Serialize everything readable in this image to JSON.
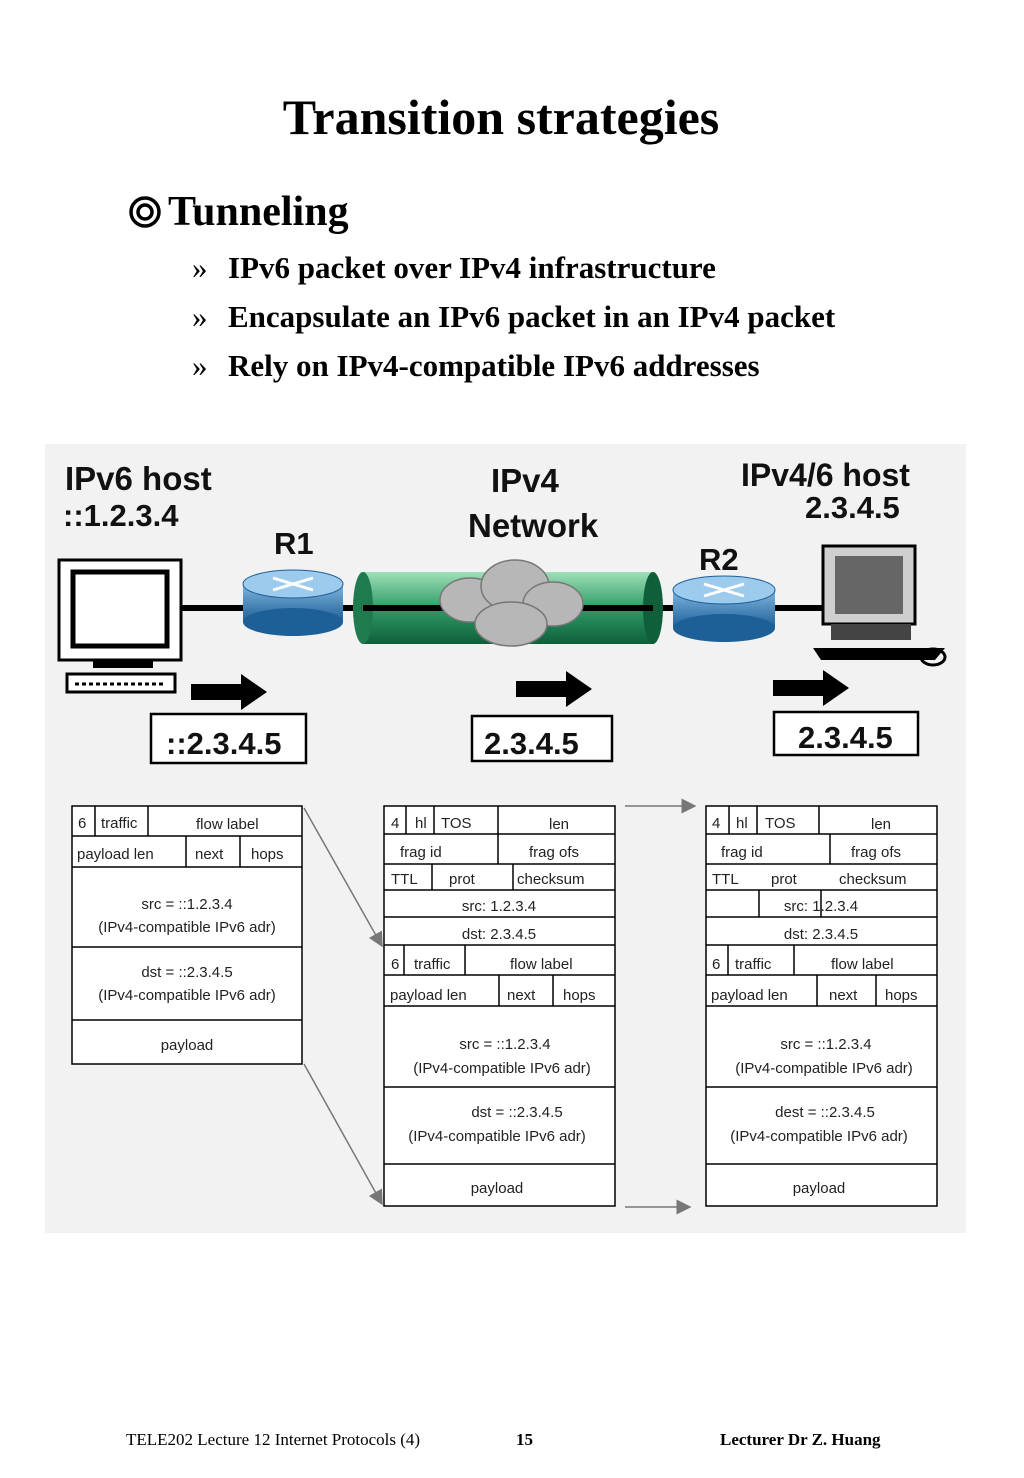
{
  "title": "Transition strategies",
  "bullet": {
    "icon": "target-icon",
    "label": "Tunneling",
    "subitems": [
      {
        "mark": "»",
        "text": "IPv6 packet over IPv4 infrastructure"
      },
      {
        "mark": "»",
        "text": "Encapsulate an IPv6 packet in an IPv4 packet"
      },
      {
        "mark": "»",
        "text": "Rely on IPv4-compatible IPv6 addresses"
      }
    ]
  },
  "diagram": {
    "ipv6_host": {
      "label": "IPv6 host",
      "addr": "::1.2.3.4"
    },
    "network": {
      "line1": "IPv4",
      "line2": "Network"
    },
    "dual_host": {
      "label": "IPv4/6 host",
      "addr": "2.3.4.5"
    },
    "router1": "R1",
    "router2": "R2",
    "dest_boxes": [
      "::2.3.4.5",
      "2.3.4.5",
      "2.3.4.5"
    ],
    "ipv6_packet": {
      "version": "6",
      "traffic": "traffic",
      "flow": "flow label",
      "payload_len": "payload len",
      "next": "next",
      "hops": "hops",
      "src_line1": "src = ::1.2.3.4",
      "src_line2": "(IPv4-compatible IPv6 adr)",
      "dst_line1": "dst = ::2.3.4.5",
      "dst_line2": "(IPv4-compatible IPv6 adr)",
      "payload": "payload"
    },
    "ipv4_header": {
      "version": "4",
      "hl": "hl",
      "tos": "TOS",
      "len": "len",
      "frag_id": "frag  id",
      "frag_ofs": "frag ofs",
      "ttl": "TTL",
      "prot": "prot",
      "checksum": "checksum",
      "src": "src: 1.2.3.4",
      "dst": "dst: 2.3.4.5"
    },
    "enc_middle": {
      "src_line1": "src = ::1.2.3.4",
      "src_line2": "(IPv4-compatible IPv6 adr)",
      "dst_line1": "dst =  ::2.3.4.5",
      "dst_line2": "(IPv4-compatible IPv6 adr)",
      "payload": "payload"
    },
    "enc_right": {
      "src_line1": "src = ::1.2.3.4",
      "src_line2": "(IPv4-compatible IPv6 adr)",
      "dst_line1": "dest = ::2.3.4.5",
      "dst_line2": "(IPv4-compatible IPv6 adr)",
      "payload": "payload"
    }
  },
  "footer": {
    "course": "TELE202 Lecture 12 Internet Protocols (4)",
    "page": "15",
    "lecturer": "Lecturer  Dr Z. Huang"
  }
}
